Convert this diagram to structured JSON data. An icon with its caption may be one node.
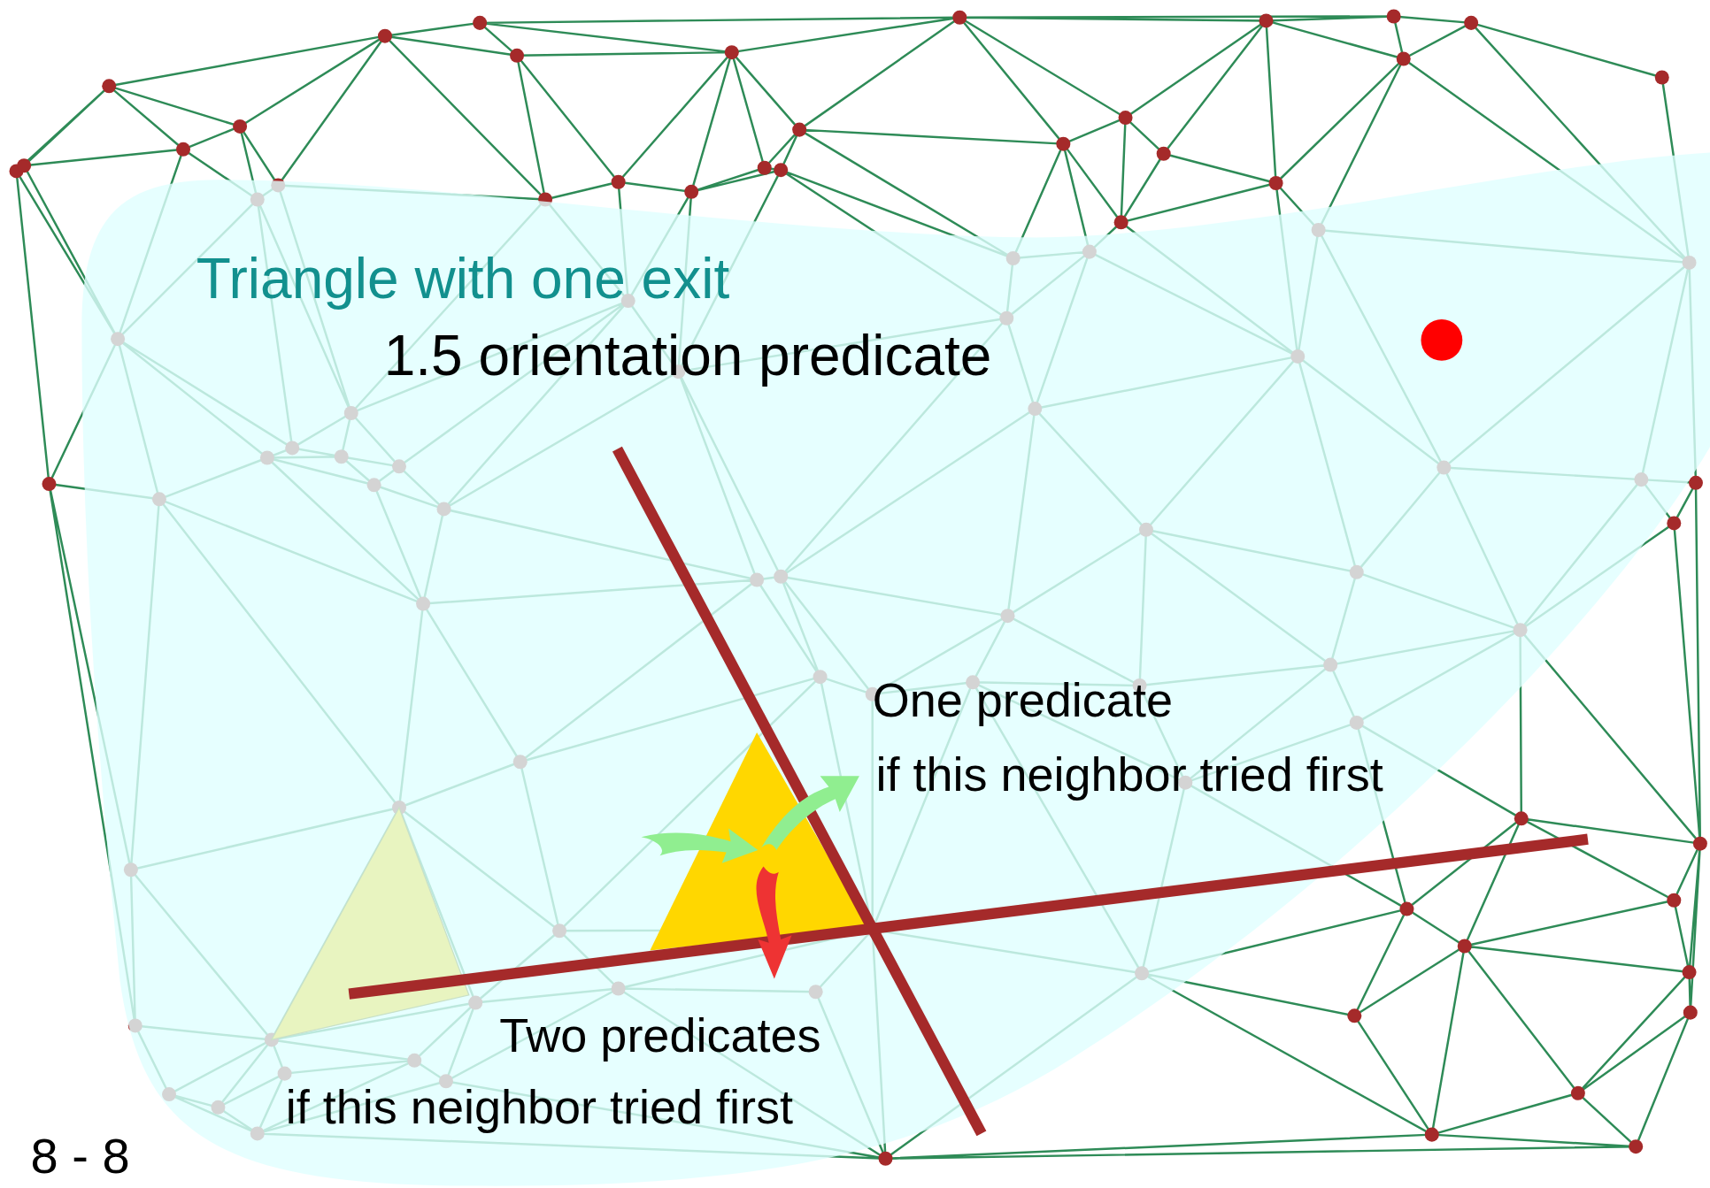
{
  "diagram": {
    "labels": [
      "Triangle with one exit",
      "1.5 orientation predicate",
      "One predicate",
      "if this neighbor tried first",
      "Two predicates",
      "if this neighbor tried first",
      "8 - 8"
    ]
  }
}
